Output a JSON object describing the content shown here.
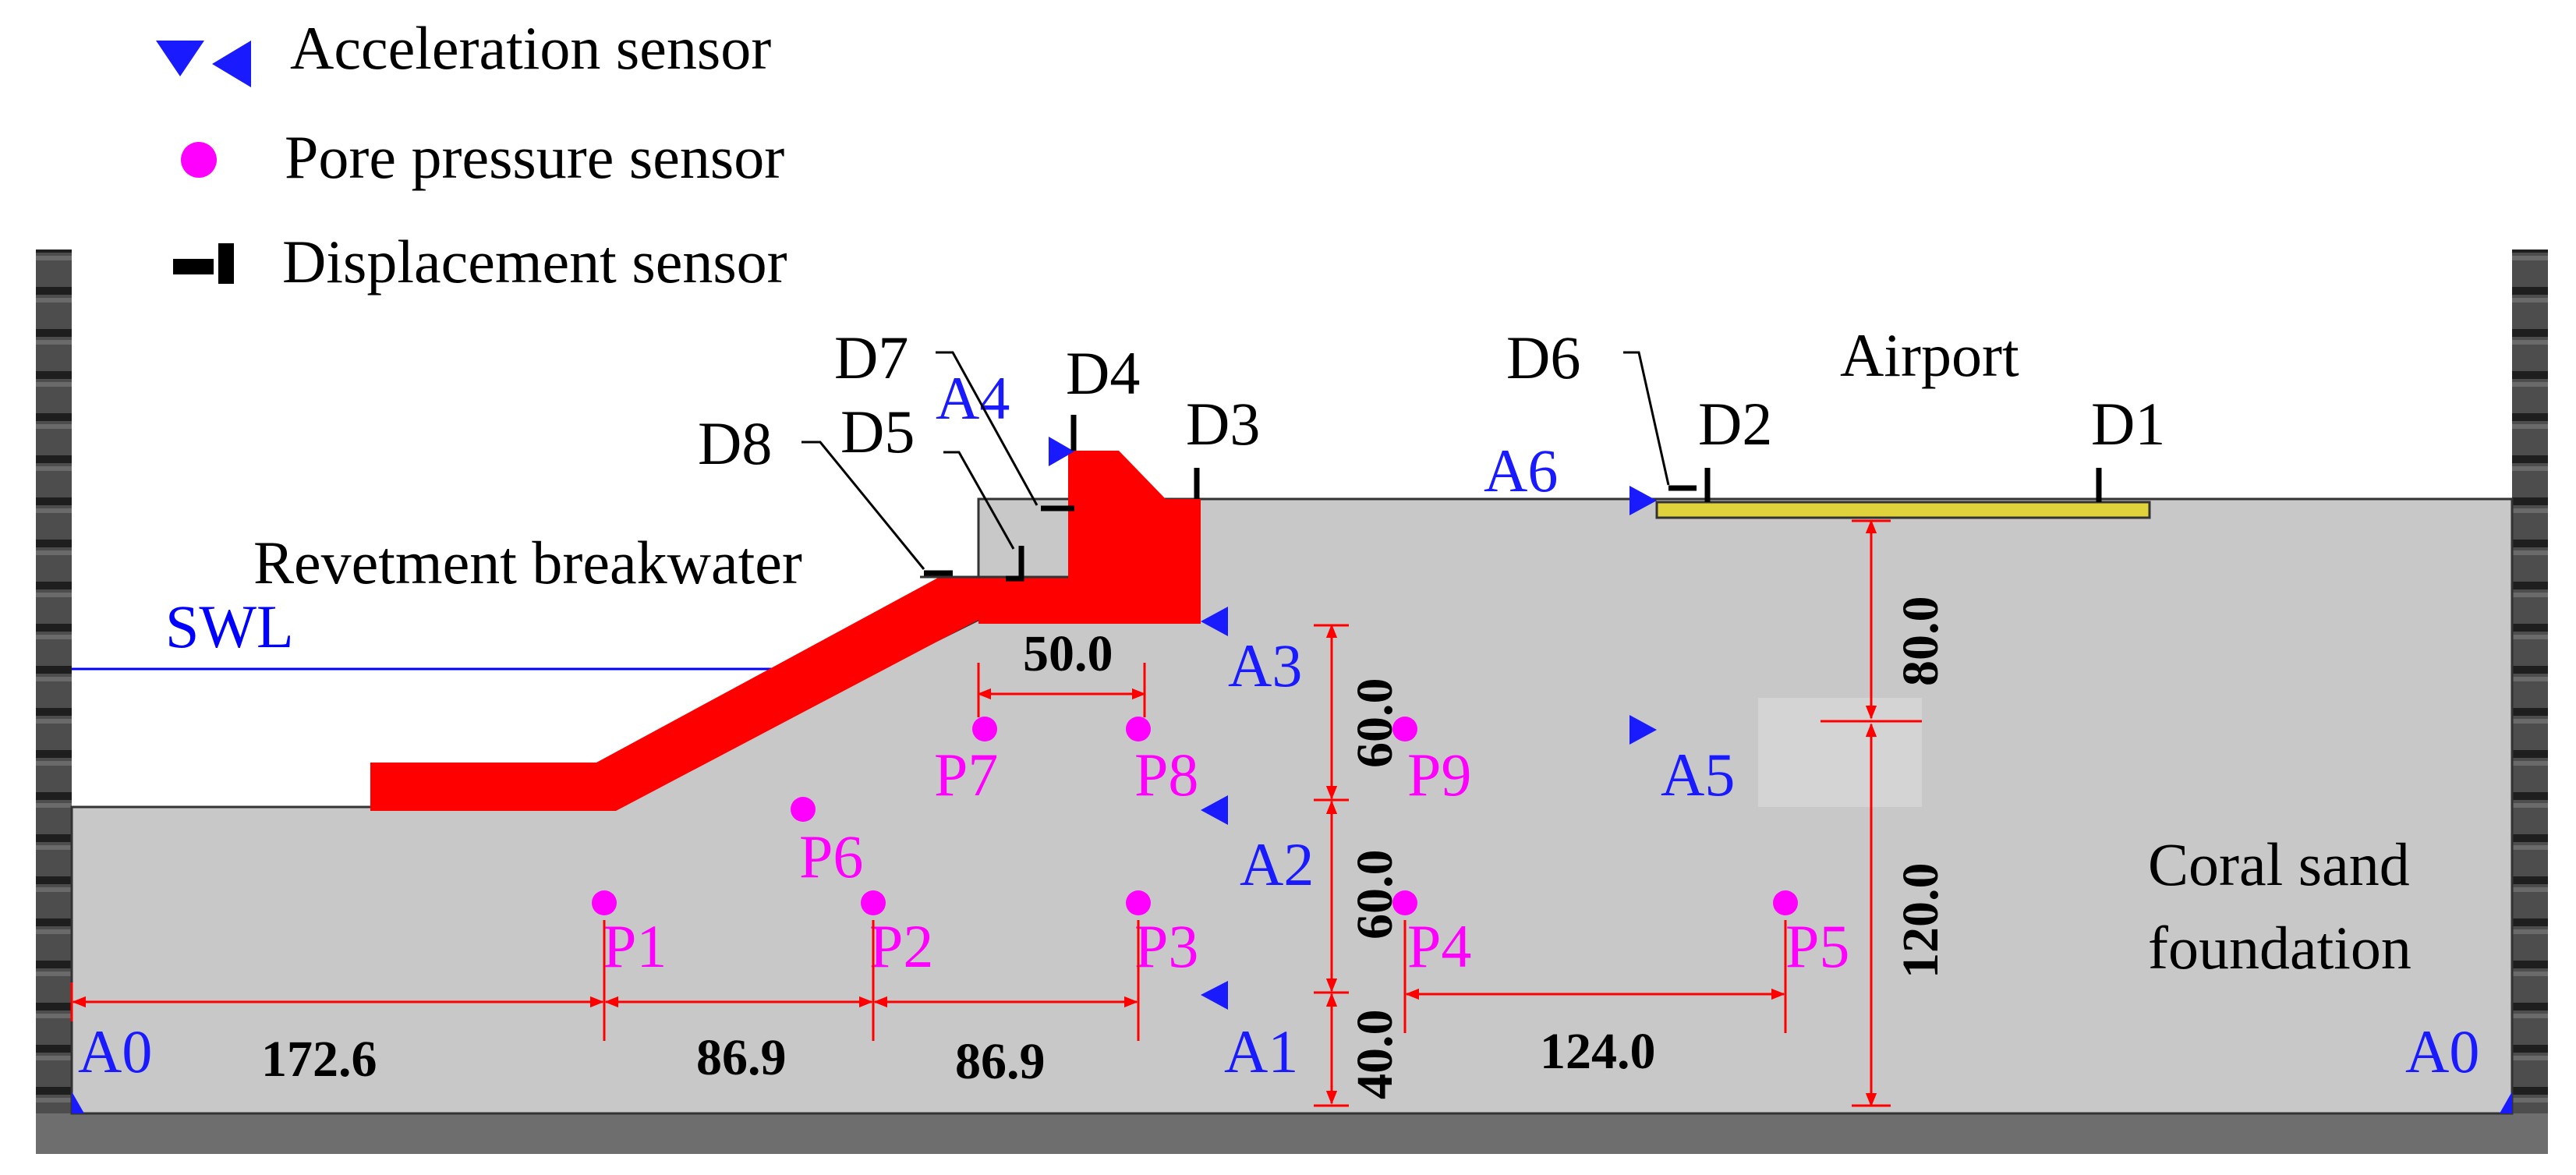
{
  "legend": {
    "acceleration": "Acceleration sensor",
    "pore_pressure": "Pore pressure sensor",
    "displacement": "Displacement sensor"
  },
  "labels": {
    "swl": "SWL",
    "airport": "Airport",
    "breakwater": "Revetment breakwater",
    "foundation_line1": "Coral sand",
    "foundation_line2": "foundation"
  },
  "acceleration_sensors": [
    "A0",
    "A1",
    "A2",
    "A3",
    "A4",
    "A5",
    "A6"
  ],
  "pore_pressure_sensors": [
    "P1",
    "P2",
    "P3",
    "P4",
    "P5",
    "P6",
    "P7",
    "P8",
    "P9"
  ],
  "displacement_sensors": [
    "D1",
    "D2",
    "D3",
    "D4",
    "D5",
    "D6",
    "D7",
    "D8"
  ],
  "dimensions": {
    "d_172_6": "172.6",
    "d_86_9_a": "86.9",
    "d_86_9_b": "86.9",
    "d_124_0": "124.0",
    "d_50_0": "50.0",
    "d_40_0": "40.0",
    "d_60_0_a": "60.0",
    "d_60_0_b": "60.0",
    "d_80_0": "80.0",
    "d_120_0": "120.0"
  },
  "colors": {
    "accel": "#1a1aff",
    "pore": "#ff00ff",
    "dim": "#ff0000",
    "breakwater": "#ff0000",
    "soil": "#c8c8c8",
    "airport": "#e0d23a",
    "swl_line": "#0000ff"
  }
}
